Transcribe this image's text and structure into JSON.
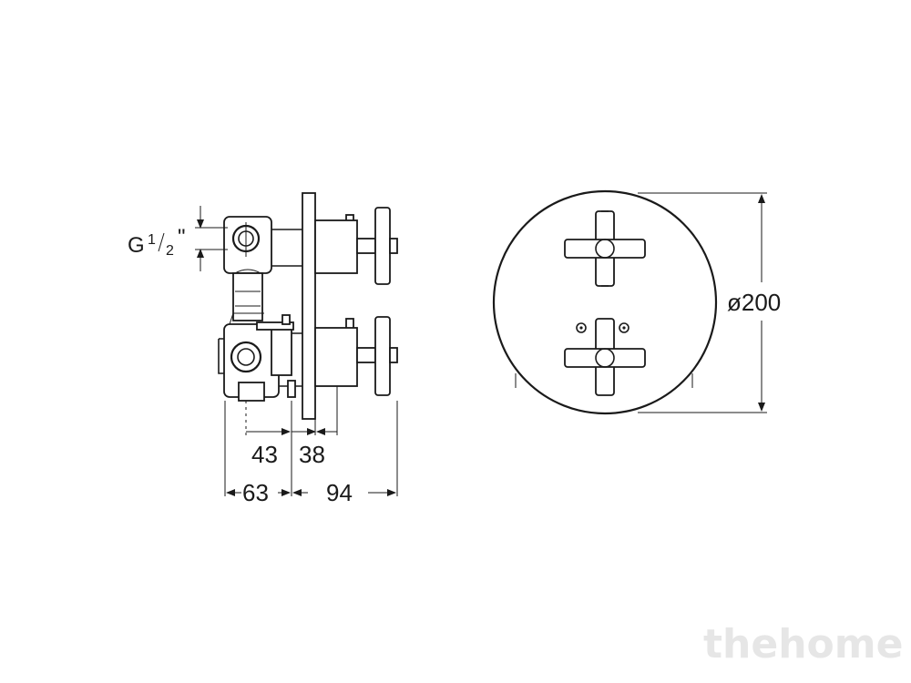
{
  "diagram": {
    "dimensions": {
      "d43": "43",
      "d38": "38",
      "d63": "63",
      "d94": "94",
      "diameter": "ø200"
    },
    "thread_label": {
      "g": "G",
      "num": "1",
      "den": "2",
      "inch": "\""
    }
  },
  "watermark": {
    "text": "thehome"
  }
}
